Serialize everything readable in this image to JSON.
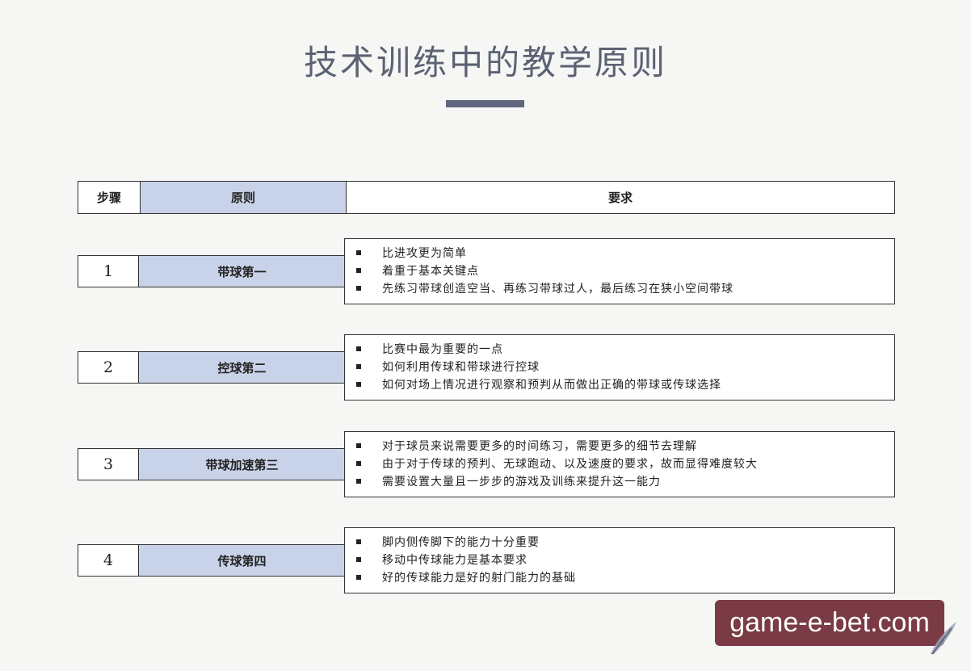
{
  "title": "技术训练中的教学原则",
  "header": {
    "step": "步骤",
    "principle": "原则",
    "requirement": "要求"
  },
  "rows": [
    {
      "step": "1",
      "principle": "带球第一",
      "items": [
        "比进攻更为简单",
        "着重于基本关键点",
        "先练习带球创造空当、再练习带球过人，最后练习在狭小空间带球"
      ]
    },
    {
      "step": "2",
      "principle": "控球第二",
      "items": [
        "比赛中最为重要的一点",
        "如何利用传球和带球进行控球",
        "如何对场上情况进行观察和预判从而做出正确的带球或传球选择"
      ]
    },
    {
      "step": "3",
      "principle": "带球加速第三",
      "items": [
        "对于球员来说需要更多的时间练习，需要更多的细节去理解",
        "由于对于传球的预判、无球跑动、以及速度的要求，故而显得难度较大",
        "需要设置大量且一步步的游戏及训练来提升这一能力"
      ]
    },
    {
      "step": "4",
      "principle": "传球第四",
      "items": [
        "脚内侧传脚下的能力十分重要",
        "移动中传球能力是基本要求",
        "好的传球能力是好的射门能力的基础"
      ]
    }
  ],
  "watermark": {
    "text": "game-e-bet.com",
    "icon": "feather-icon"
  },
  "colors": {
    "title": "#5c6273",
    "principle_fill": "#c8d2e8",
    "watermark_bg": "#7a3b44"
  }
}
